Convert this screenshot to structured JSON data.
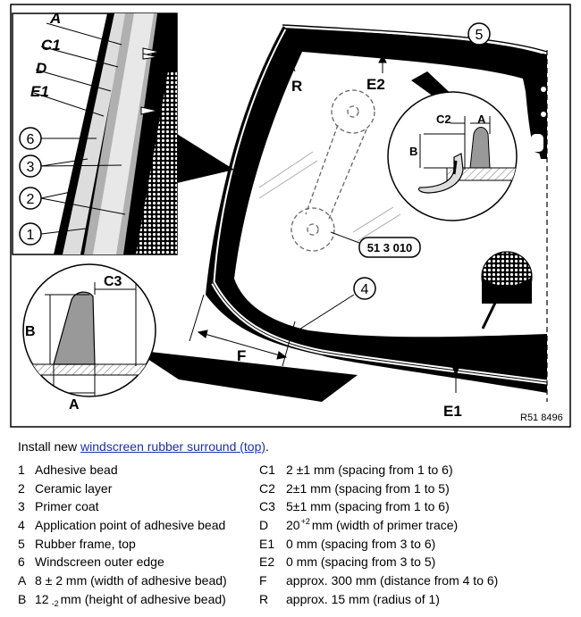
{
  "figure": {
    "code": "R51 8496",
    "part_number": "51 3 010",
    "callouts": [
      "1",
      "2",
      "3",
      "4",
      "5",
      "6"
    ],
    "dimension_labels": [
      "A",
      "C1",
      "D",
      "E1",
      "C2",
      "B",
      "C3",
      "F",
      "R",
      "E2",
      "E1"
    ]
  },
  "caption": {
    "prefix": "Install new ",
    "link_text": "windscreen rubber surround (top)",
    "suffix": "."
  },
  "legend_left": [
    {
      "key": "1",
      "text": "Adhesive bead"
    },
    {
      "key": "2",
      "text": "Ceramic layer"
    },
    {
      "key": "3",
      "text": "Primer coat"
    },
    {
      "key": "4",
      "text": "Application point of adhesive bead"
    },
    {
      "key": "5",
      "text": "Rubber frame, top"
    },
    {
      "key": "6",
      "text": "Windscreen outer edge"
    },
    {
      "key": "A",
      "text": "8 ± 2 mm (width of adhesive bead)"
    },
    {
      "key": "B",
      "text_a": "12",
      "sub": "-2",
      "text_b": "mm (height of adhesive bead)"
    }
  ],
  "legend_right": [
    {
      "key": "C1",
      "text": "2 ±1 mm (spacing from 1 to 6)"
    },
    {
      "key": "C2",
      "text": "2±1 mm (spacing from 1 to 5)"
    },
    {
      "key": "C3",
      "text": "5±1 mm (spacing from 1 to 6)"
    },
    {
      "key": "D",
      "text_a": "20",
      "sup": "+2",
      "text_b": "mm (width of primer trace)"
    },
    {
      "key": "E1",
      "text": "0 mm (spacing from 3 to 6)"
    },
    {
      "key": "E2",
      "text": "0 mm (spacing from 3 to 5)"
    },
    {
      "key": "F",
      "text": "approx. 300 mm (distance from 4 to 6)"
    },
    {
      "key": "R",
      "text": "approx. 15 mm (radius of 1)"
    }
  ]
}
